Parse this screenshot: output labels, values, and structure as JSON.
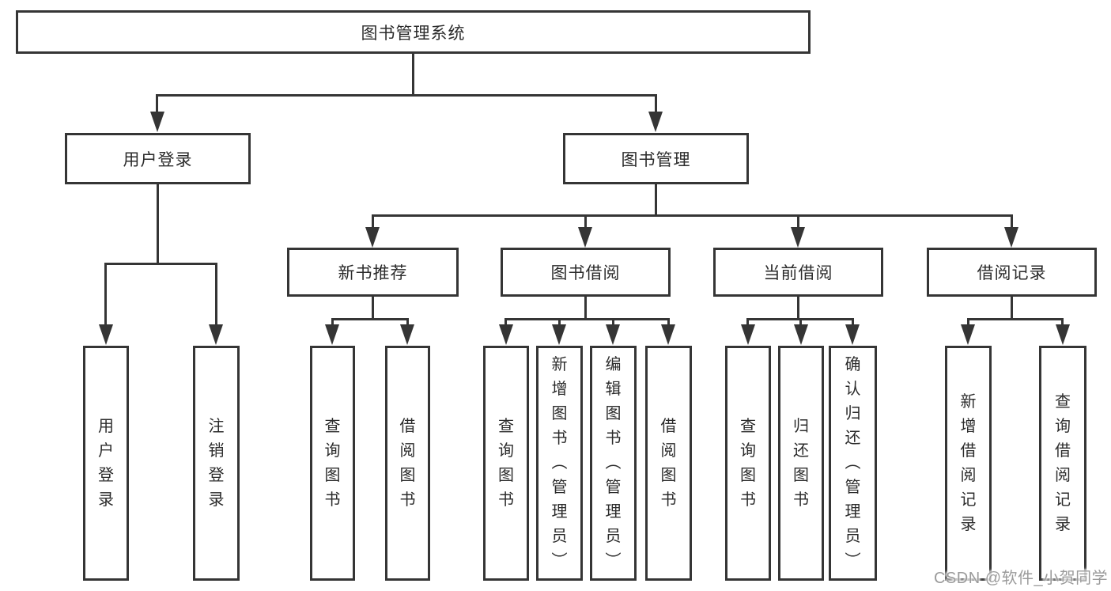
{
  "tree": {
    "label": "图书管理系统",
    "children": [
      {
        "label": "用户登录",
        "children": [
          {
            "label": "用户登录"
          },
          {
            "label": "注销登录"
          }
        ]
      },
      {
        "label": "图书管理",
        "children": [
          {
            "label": "新书推荐",
            "children": [
              {
                "label": "查询图书"
              },
              {
                "label": "借阅图书"
              }
            ]
          },
          {
            "label": "图书借阅",
            "children": [
              {
                "label": "查询图书"
              },
              {
                "label": "新增图书（管理员）"
              },
              {
                "label": "编辑图书（管理员）"
              },
              {
                "label": "借阅图书"
              }
            ]
          },
          {
            "label": "当前借阅",
            "children": [
              {
                "label": "查询图书"
              },
              {
                "label": "归还图书"
              },
              {
                "label": "确认归还（管理员）"
              }
            ]
          },
          {
            "label": "借阅记录",
            "children": [
              {
                "label": "新增借阅记录"
              },
              {
                "label": "查询借阅记录"
              }
            ]
          }
        ]
      }
    ]
  },
  "watermark": {
    "text": "CSDN @软件_小贺同学"
  },
  "colors": {
    "line": "#353535",
    "text": "#2b2b2b",
    "box_fill": "#ffffff",
    "background": "#ffffff",
    "watermark": "#9b9b9b"
  }
}
